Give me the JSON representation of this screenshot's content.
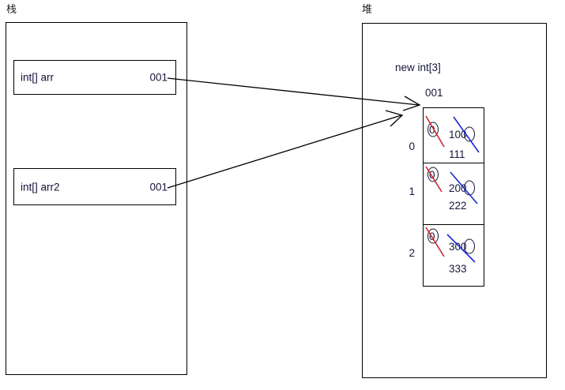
{
  "diagram": {
    "title_stack": "栈",
    "title_heap": "堆",
    "stack": {
      "label": "栈",
      "variables": [
        {
          "type": "int[] arr",
          "address": "001"
        },
        {
          "type": "int[] arr2",
          "address": "001"
        }
      ]
    },
    "heap": {
      "label": "堆",
      "allocation": "new int[3]",
      "address": "001",
      "cells": [
        {
          "index": "0",
          "old_value": "0",
          "mid_value": "100",
          "new_value": "111"
        },
        {
          "index": "1",
          "old_value": "0",
          "mid_value": "200",
          "new_value": "222"
        },
        {
          "index": "2",
          "old_value": "0",
          "mid_value": "300",
          "new_value": "333"
        }
      ]
    },
    "colors": {
      "stroke": "#000000",
      "text": "#16163c",
      "strike_old": "#d1232a",
      "strike_mid": "#1b2ad4"
    },
    "arrows": [
      {
        "from": "arr",
        "to": "heap-array"
      },
      {
        "from": "arr2",
        "to": "heap-array"
      }
    ]
  }
}
